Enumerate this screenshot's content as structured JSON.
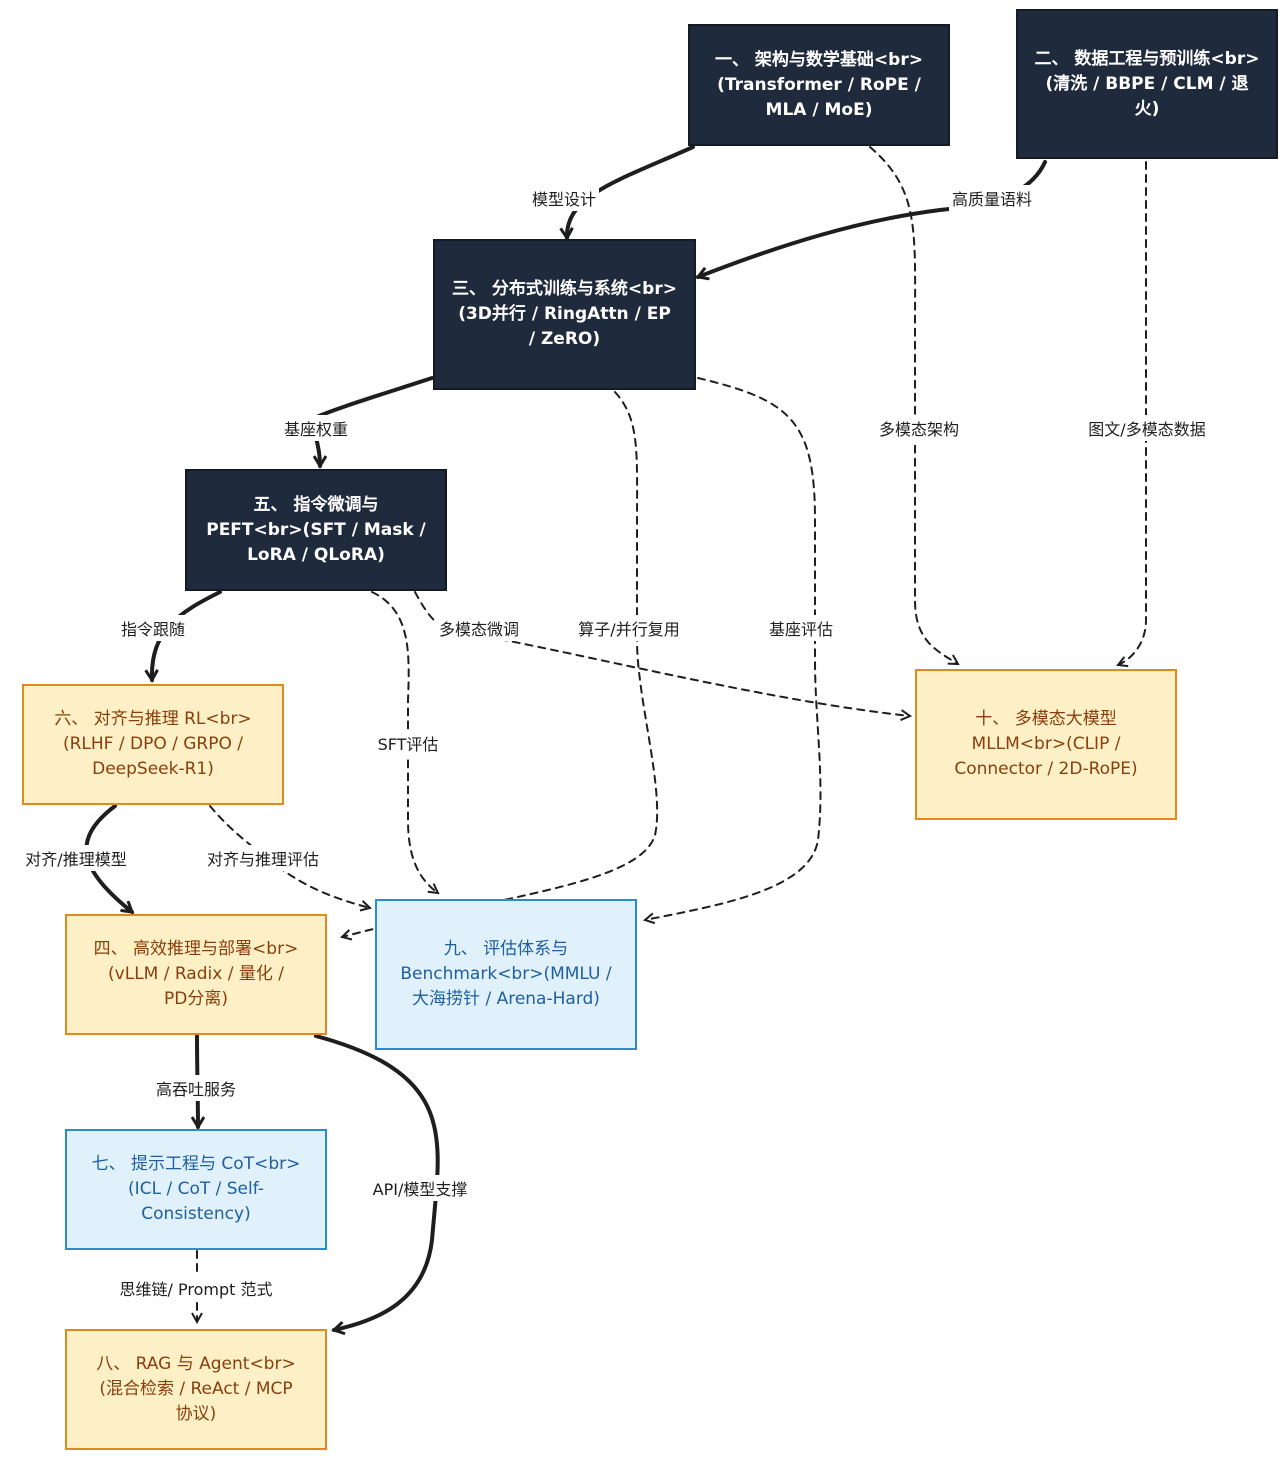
{
  "colors": {
    "dark_fill": "#1f2a3c",
    "yellow_fill": "#fdf0c6",
    "yellow_stroke": "#e08a1e",
    "blue_fill": "#e0f1fb",
    "blue_stroke": "#2b8ccc",
    "edge": "#1e1e1e"
  },
  "nodes": {
    "n1": "一、 架构与数学基础<br>\n(Transformer / RoPE /\nMLA / MoE)",
    "n2": "二、 数据工程与预训练<br>\n(清洗 / BBPE / CLM / 退\n火)",
    "n3": "三、 分布式训练与系统<br>\n(3D并行 / RingAttn / EP\n/ ZeRO)",
    "n5": "五、 指令微调与\nPEFT<br>(SFT / Mask /\nLoRA / QLoRA)",
    "n6": "六、 对齐与推理 RL<br>\n(RLHF / DPO / GRPO /\nDeepSeek-R1)",
    "n10": "十、 多模态大模型\nMLLM<br>(CLIP /\nConnector / 2D-RoPE)",
    "n4": "四、 高效推理与部署<br>\n(vLLM / Radix / 量化 /\nPD分离)",
    "n9": "九、 评估体系与\nBenchmark<br>(MMLU /\n大海捞针 / Arena-Hard)",
    "n7": "七、 提示工程与 CoT<br>\n(ICL / CoT / Self-\nConsistency)",
    "n8": "八、 RAG 与 Agent<br>\n(混合检索 / ReAct / MCP\n协议)"
  },
  "edges": {
    "e_1_3": "模型设计",
    "e_2_3": "高质量语料",
    "e_1_10": "多模态架构",
    "e_2_10": "图文/多模态数据",
    "e_3_5": "基座权重",
    "e_3_4": "算子/并行复用",
    "e_3_9": "基座评估",
    "e_5_6": "指令跟随",
    "e_5_10": "多模态微调",
    "e_5_9": "SFT评估",
    "e_6_4": "对齐/推理模型",
    "e_6_9": "对齐与推理评估",
    "e_4_7": "高吞吐服务",
    "e_4_8": "API/模型支撑",
    "e_7_8": "思维链/ Prompt 范式"
  }
}
